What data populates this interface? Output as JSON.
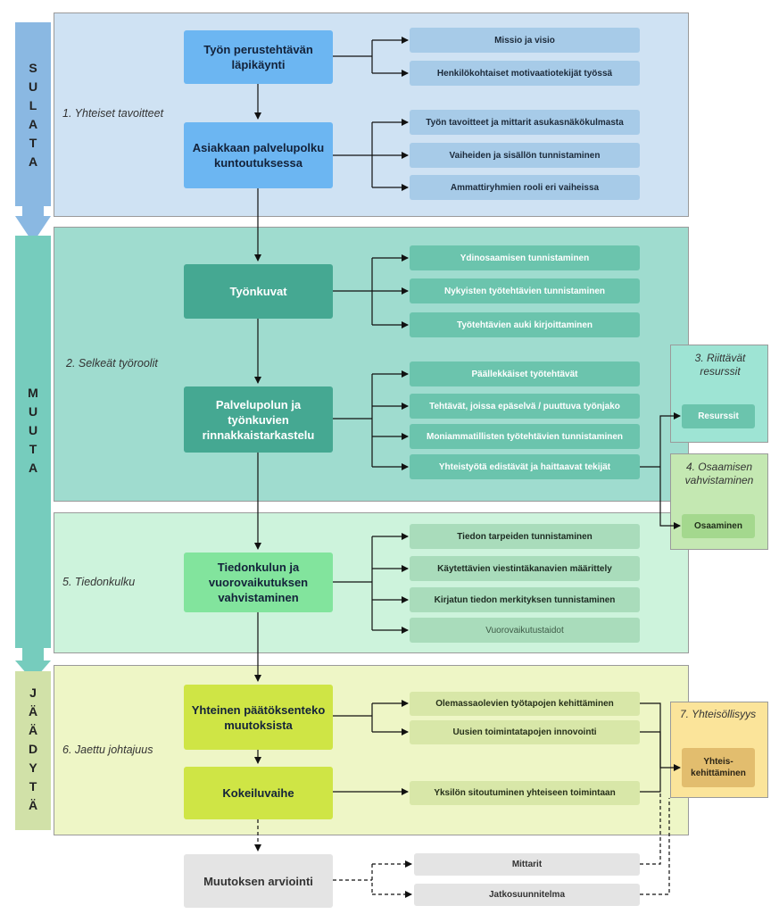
{
  "phases": {
    "sulata": "SULATA",
    "muuta": "MUUTA",
    "jaadyta": "JÄÄDYTÄ"
  },
  "sections": {
    "s1": "1. Yhteiset tavoitteet",
    "s2": "2. Selkeät työroolit",
    "s3": "3. Riittävät resurssit",
    "s4": "4. Osaamisen vahvistaminen",
    "s5": "5. Tiedonkulku",
    "s6": "6. Jaettu johtajuus",
    "s7": "7. Yhteisöllisyys"
  },
  "main": {
    "m1": "Työn perustehtävän läpikäynti",
    "m2": "Asiakkaan palvelupolku kuntoutuksessa",
    "m3": "Työnkuvat",
    "m4": "Palvelupolun ja työnkuvien rinnakkaistarkastelu",
    "m5": "Tiedonkulun ja vuorovaikutuksen vahvistaminen",
    "m6": "Yhteinen päätöksenteko muutoksista",
    "m7": "Kokeiluvaihe",
    "m8": "Muutoksen arviointi"
  },
  "sub": {
    "a1": "Missio ja visio",
    "a2": "Henkilökohtaiset motivaatiotekijät työssä",
    "b1": "Työn tavoitteet ja mittarit asukasnäkökulmasta",
    "b2": "Vaiheiden ja sisällön tunnistaminen",
    "b3": "Ammattiryhmien rooli eri vaiheissa",
    "c1": "Ydinosaamisen tunnistaminen",
    "c2": "Nykyisten työtehtävien tunnistaminen",
    "c3": "Työtehtävien auki kirjoittaminen",
    "d1": "Päällekkäiset työtehtävät",
    "d2": "Tehtävät, joissa epäselvä / puuttuva työnjako",
    "d3": "Moniammatillisten työtehtävien tunnistaminen",
    "d4": "Yhteistyötä edistävät ja haittaavat tekijät",
    "e1": "Tiedon tarpeiden tunnistaminen",
    "e2": "Käytettävien viestintäkanavien määrittely",
    "e3": "Kirjatun tiedon merkityksen tunnistaminen",
    "e4": "Vuorovaikutustaidot",
    "f1": "Olemassaolevien työtapojen kehittäminen",
    "f2": "Uusien toimintatapojen innovointi",
    "g1": "Yksilön sitoutuminen yhteiseen toimintaan",
    "h1": "Mittarit",
    "h2": "Jatkosuunnitelma"
  },
  "side": {
    "resurssit": "Resurssit",
    "osaaminen": "Osaaminen",
    "yhteis": "Yhteis-kehittäminen"
  },
  "colors": {
    "blue_panel": "#cfe2f3",
    "teal_panel": "#9fdccf",
    "green_panel": "#cdf3dc",
    "yellow_panel": "#eef6c6",
    "blue_box": "#6cb6f2",
    "teal_box": "#45a892",
    "green_box": "#82e49d",
    "lime_box": "#cfe545",
    "gray_box": "#e4e4e4"
  }
}
